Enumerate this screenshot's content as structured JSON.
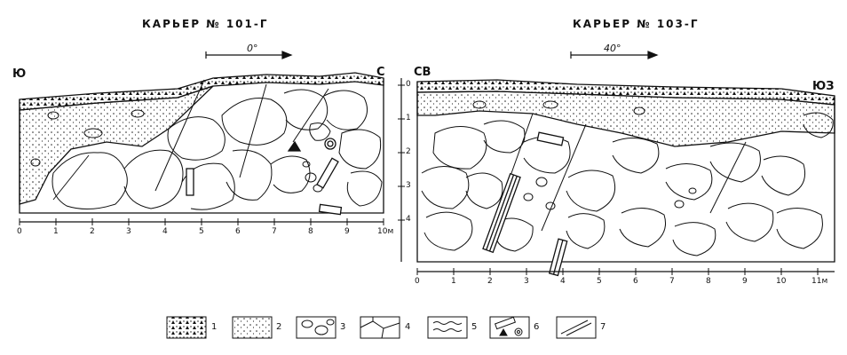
{
  "left_section": {
    "title": "КАРЬЕР № 101-Г",
    "direction": "0°",
    "side_left": "Ю",
    "side_right": "С",
    "x_ticks": [
      "0",
      "1",
      "2",
      "3",
      "4",
      "5",
      "6",
      "7",
      "8",
      "9",
      "10м"
    ]
  },
  "right_section": {
    "title": "КАРЬЕР № 103-Г",
    "direction": "40°",
    "side_left": "СВ",
    "side_right": "ЮЗ",
    "x_ticks": [
      "0",
      "1",
      "2",
      "3",
      "4",
      "5",
      "6",
      "7",
      "8",
      "9",
      "10",
      "11м"
    ]
  },
  "depth_ticks": [
    "0",
    "1",
    "2",
    "3",
    "4"
  ],
  "legend": [
    {
      "num": "1",
      "icon": "soil-icon"
    },
    {
      "num": "2",
      "icon": "sand-icon"
    },
    {
      "num": "3",
      "icon": "boulders-icon"
    },
    {
      "num": "4",
      "icon": "blocks-icon"
    },
    {
      "num": "5",
      "icon": "loam-icon"
    },
    {
      "num": "6",
      "icon": "wood-shell-icon"
    },
    {
      "num": "7",
      "icon": "fault-icon"
    }
  ]
}
